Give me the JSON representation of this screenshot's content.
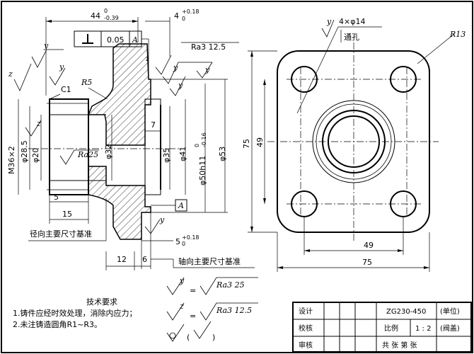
{
  "front_view": {
    "dim_44": "44",
    "dim_44_tol_upper": "0",
    "dim_44_tol_lower": "-0.39",
    "dim_4": "4",
    "dim_4_tol_upper": "+0.18",
    "dim_4_tol_lower": "0",
    "perp_value": "0.05",
    "perp_datum": "A",
    "rough_top": "Ra3  12.5",
    "r5": "R5",
    "c1": "C1",
    "m36": "M36×2",
    "d28_5": "φ28.5",
    "d20": "φ20",
    "ra25": "Ra25",
    "d32": "φ32",
    "dim_7": "7",
    "d35": "φ35",
    "d41": "φ41",
    "d50": "φ50h11",
    "d50_tol_upper": "0",
    "d50_tol_lower": "-0.16",
    "d53": "φ53",
    "datum_a": "A",
    "dim_5": "5",
    "dim_15": "15",
    "dim_5b": "5",
    "dim_5b_tol_upper": "+0.18",
    "dim_5b_tol_lower": "0",
    "dim_12": "12",
    "dim_6": "6",
    "radial_datum": "径向主要尺寸基准",
    "axial_datum": "轴向主要尺寸基准",
    "sym_y": "y",
    "sym_z": "z"
  },
  "side_view": {
    "holes": "4×φ14",
    "through": "通孔",
    "r13": "R13",
    "dim_75v": "75",
    "dim_49v": "49",
    "dim_49h": "49",
    "dim_75h": "75"
  },
  "notes": {
    "title": "技术要求",
    "line1": "1.铸件应经时效处理，消除内应力；",
    "line2": "2.未注铸造圆角R1~R3。",
    "legend_y_ra": "Ra3  25",
    "legend_z_ra": "Ra3  12.5",
    "legend_paren_open": "(",
    "legend_paren_close": ")",
    "eq": "="
  },
  "title_block": {
    "design": "设计",
    "check": "校核",
    "review": "审核",
    "part_no": "ZG230-450",
    "unit": "(单位)",
    "scale_label": "比例",
    "scale_value": "1 : 2",
    "part_name": "(阀盖)",
    "sheets": "共  张  第  张"
  }
}
